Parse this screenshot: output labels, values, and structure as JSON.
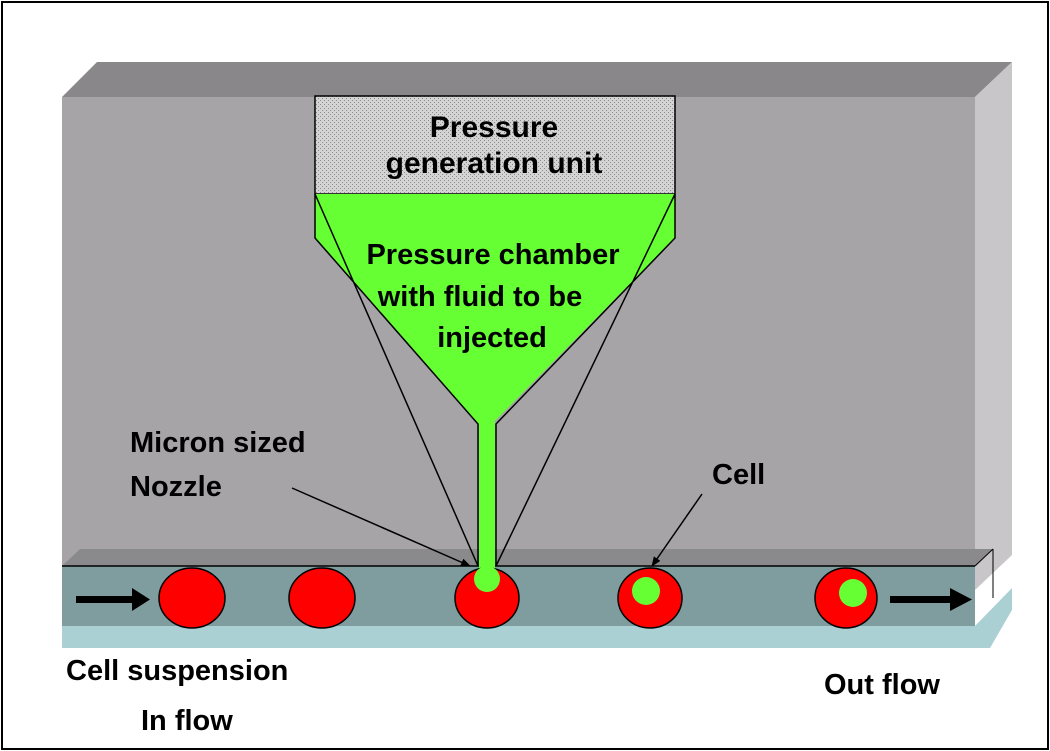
{
  "labels": {
    "pressure_unit_line1": "Pressure",
    "pressure_unit_line2": "generation unit",
    "chamber_line1": "Pressure chamber",
    "chamber_line2": "with fluid to be",
    "chamber_line3": "injected",
    "nozzle_line1": "Micron sized",
    "nozzle_line2": "Nozzle",
    "cell": "Cell",
    "inflow_line1": "Cell suspension",
    "inflow_line2": "In flow",
    "outflow": "Out flow"
  },
  "colors": {
    "fluid": "#66ff33",
    "cell": "#ff0000",
    "box_front": "#a6a4a7",
    "box_top": "#898789",
    "box_side": "#c8c6c9",
    "channel": "#7f9c9e",
    "channel_floor": "#aad0d3"
  }
}
